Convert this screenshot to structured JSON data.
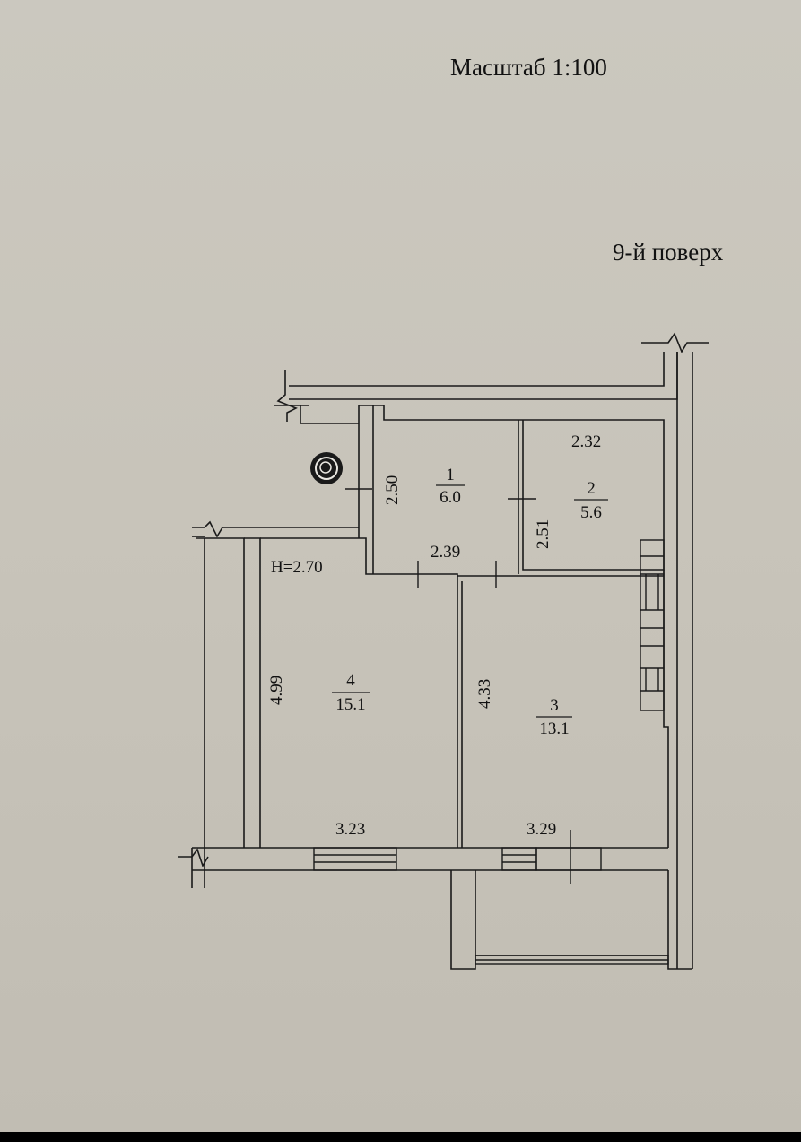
{
  "header": {
    "scale_label": "Масштаб 1:100",
    "floor_label": "9-й поверх"
  },
  "plan": {
    "ceiling_height": "H=2.70",
    "rooms": [
      {
        "number": "1",
        "area": "6.0"
      },
      {
        "number": "2",
        "area": "5.6"
      },
      {
        "number": "3",
        "area": "13.1"
      },
      {
        "number": "4",
        "area": "15.1"
      }
    ],
    "dimensions": {
      "room1_height": "2.50",
      "room1_width": "2.39",
      "room2_width": "2.32",
      "room2_height": "2.51",
      "room3_height": "4.33",
      "room3_width": "3.29",
      "room4_height": "4.99",
      "room4_width": "3.23"
    }
  }
}
